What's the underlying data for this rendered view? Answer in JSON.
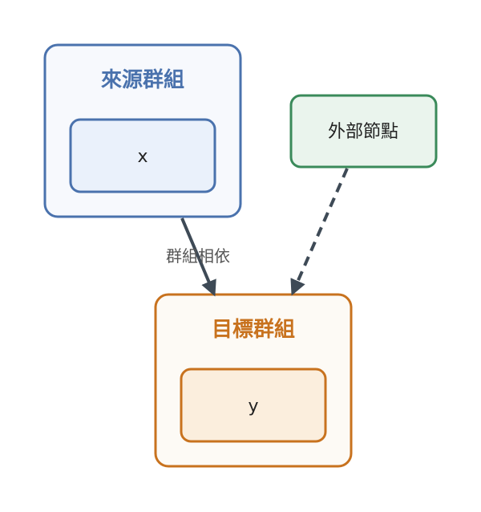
{
  "diagram": {
    "source_group": {
      "title": "來源群組",
      "node_label": "x",
      "colors": {
        "stroke": "#4a72ad",
        "fill": "#f7f9fd",
        "inner_fill": "#eaf1fb",
        "title": "#4a72ad"
      }
    },
    "external_node": {
      "label": "外部節點",
      "colors": {
        "stroke": "#3a8a5a",
        "fill": "#eaf4ed"
      }
    },
    "target_group": {
      "title": "目標群組",
      "node_label": "y",
      "colors": {
        "stroke": "#c8721e",
        "fill": "#fdfaf5",
        "inner_fill": "#fbeedd",
        "title": "#c8721e"
      }
    },
    "edges": {
      "group_dependency": {
        "label": "群組相依",
        "style": "solid",
        "color": "#3e4a56"
      },
      "external_dependency": {
        "style": "dashed",
        "color": "#3e4a56"
      }
    }
  }
}
